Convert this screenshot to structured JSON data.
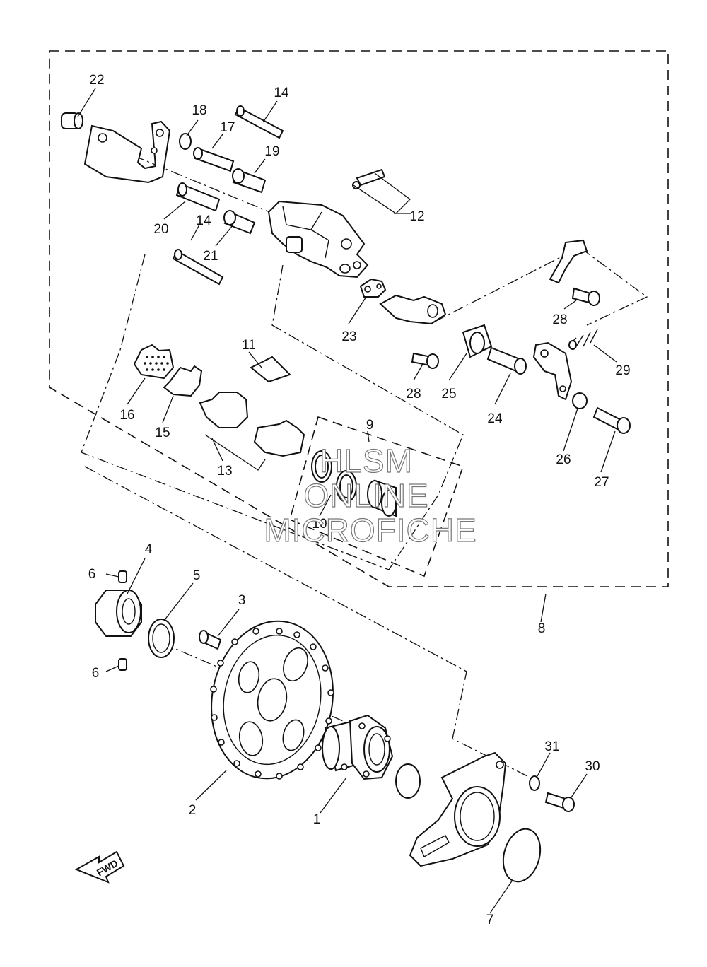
{
  "callouts": {
    "c1": "1",
    "c2": "2",
    "c3": "3",
    "c4": "4",
    "c5": "5",
    "c6a": "6",
    "c6b": "6",
    "c7": "7",
    "c8": "8",
    "c9": "9",
    "c10": "10",
    "c11": "11",
    "c12": "12",
    "c13": "13",
    "c14a": "14",
    "c14b": "14",
    "c15": "15",
    "c16": "16",
    "c17": "17",
    "c18": "18",
    "c19": "19",
    "c20": "20",
    "c21": "21",
    "c22": "22",
    "c23": "23",
    "c24": "24",
    "c25": "25",
    "c26": "26",
    "c27": "27",
    "c28a": "28",
    "c28b": "28",
    "c29": "29",
    "c30": "30",
    "c31": "31"
  },
  "watermark": {
    "line1": "HLSM",
    "line2": "ONLINE",
    "line3": "MICROFICHE"
  },
  "fwd_arrow": {
    "label": "FWD"
  }
}
